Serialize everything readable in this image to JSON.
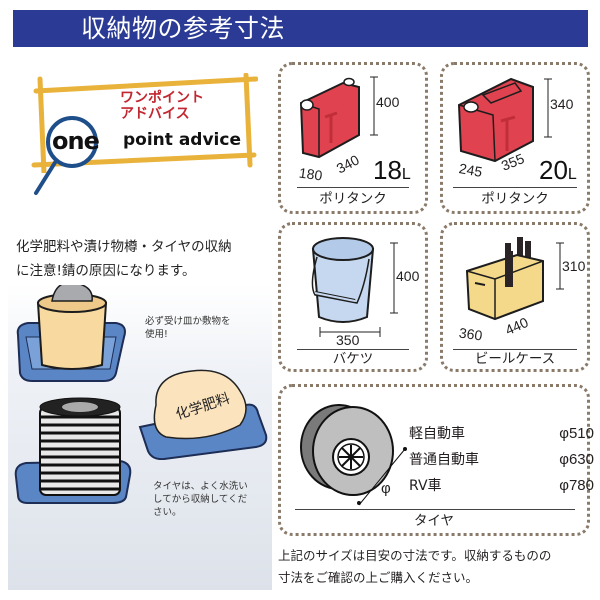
{
  "header": {
    "title": "収納物の参考寸法",
    "bg_color": "#2b3a94"
  },
  "advice": {
    "logo_word": "one",
    "jp_line1": "ワンポイント",
    "jp_line2": "アドバイス",
    "en_text": "point advice",
    "icon": "magnifier-icon"
  },
  "warning": {
    "line1": "化学肥料や漬け物樽・タイヤの収納",
    "line2": "に注意!錆の原因になります。"
  },
  "illustrations": {
    "barrel_note_line1": "必ず受け皿か敷物を",
    "barrel_note_line2": "使用!",
    "fertilizer_bag_label": "化学肥料",
    "tire_note_line1": "タイヤは、よく水洗い",
    "tire_note_line2": "してから収納してくだ",
    "tire_note_line3": "さい。"
  },
  "items": [
    {
      "name": "ポリタンク",
      "height": "400",
      "width": "180",
      "depth": "340",
      "volume": "18",
      "unit": "L"
    },
    {
      "name": "ポリタンク",
      "height": "340",
      "width": "245",
      "depth": "355",
      "volume": "20",
      "unit": "L"
    },
    {
      "name": "バケツ",
      "height": "400",
      "diameter": "350"
    },
    {
      "name": "ビールケース",
      "height": "310",
      "width": "360",
      "depth": "440"
    }
  ],
  "tire": {
    "name": "タイヤ",
    "phi_symbol": "φ",
    "rows": [
      {
        "type": "軽自動車",
        "diameter": "φ510"
      },
      {
        "type": "普通自動車",
        "diameter": "φ630"
      },
      {
        "type": "RV車",
        "diameter": "φ780"
      }
    ]
  },
  "footer": {
    "line1": "上記のサイズは目安の寸法です。収納するものの",
    "line2": "寸法をご確認の上ご購入ください。"
  }
}
